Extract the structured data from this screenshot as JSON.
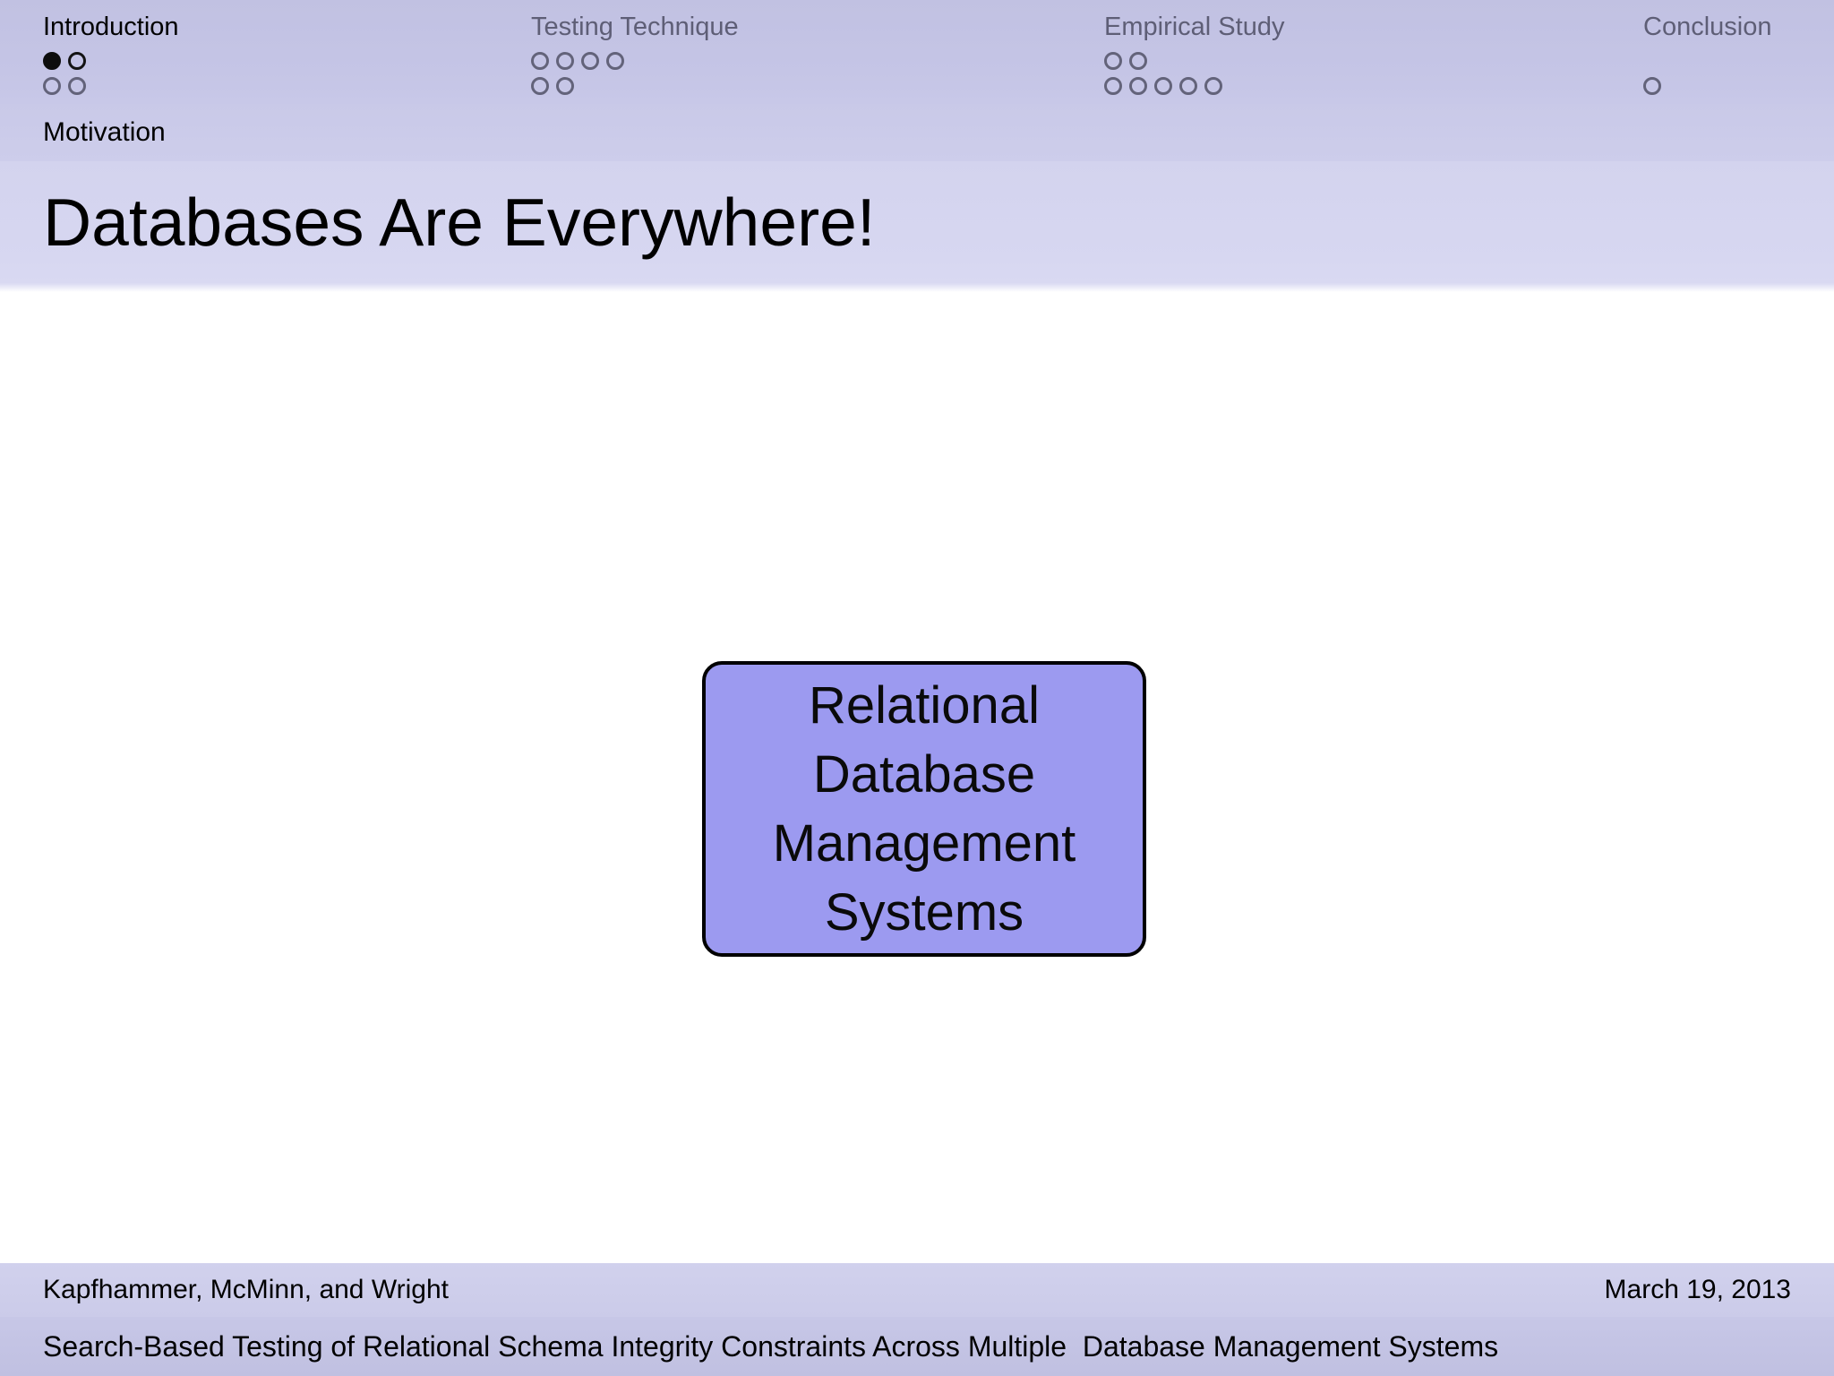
{
  "navigation": {
    "sections": [
      {
        "label": "Introduction",
        "active": true,
        "dot_rows": [
          [
            "current",
            "outline"
          ],
          [
            "shaded",
            "shaded"
          ]
        ]
      },
      {
        "label": "Testing Technique",
        "active": false,
        "dot_rows": [
          [
            "shaded",
            "shaded",
            "shaded",
            "shaded"
          ],
          [
            "shaded",
            "shaded"
          ]
        ]
      },
      {
        "label": "Empirical Study",
        "active": false,
        "dot_rows": [
          [
            "shaded",
            "shaded"
          ],
          [
            "shaded",
            "shaded",
            "shaded",
            "shaded",
            "shaded"
          ]
        ]
      },
      {
        "label": "Conclusion",
        "active": false,
        "dot_rows": [
          [],
          [
            "shaded"
          ]
        ]
      }
    ],
    "current_subsection": "Motivation"
  },
  "slide_content": {
    "title": "Databases Are Everywhere!",
    "box": {
      "lines": [
        "Relational",
        "Database",
        "Management",
        "Systems"
      ]
    }
  },
  "footer": {
    "authors": "Kapfhammer, McMinn, and Wright",
    "date": "March 19, 2013",
    "presentation_title": "Search-Based Testing of Relational Schema Integrity Constraints Across Multiple  Database Management Systems"
  },
  "colors": {
    "header_bar": "#c4c4e5",
    "subsection_bar": "#cbcbe9",
    "frametitle_bar": "#d6d6f0",
    "footer_authors_bar": "#cecdeb",
    "footer_title_bar": "#c3c3e4",
    "box_fill": "#9c9af0",
    "active_text": "#000000",
    "inactive_text": "#5e5e76"
  }
}
